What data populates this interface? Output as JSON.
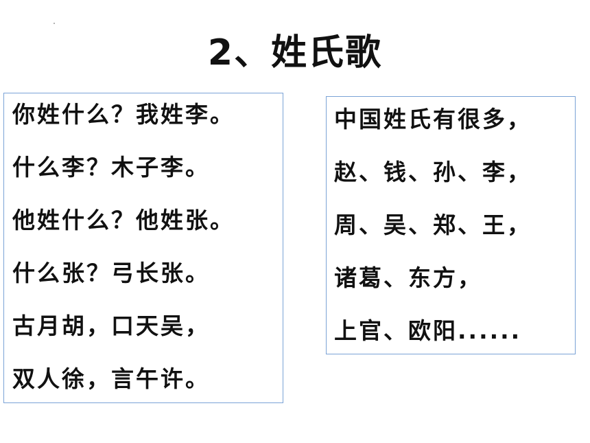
{
  "title": "2、姓氏歌",
  "left_poem": {
    "lines": [
      "你姓什么？我姓李。",
      "什么李？木子李。",
      "他姓什么？他姓张。",
      "什么张？弓长张。",
      "古月胡，口天吴，",
      "双人徐，言午许。"
    ]
  },
  "right_poem": {
    "lines": [
      "中国姓氏有很多，",
      "赵、钱、孙、李，",
      "周、吴、郑、王，",
      "诸葛、东方，",
      "上官、欧阳......"
    ]
  },
  "colors": {
    "box_border": "#7aa2d6",
    "text": "#111111",
    "background": "#ffffff"
  }
}
